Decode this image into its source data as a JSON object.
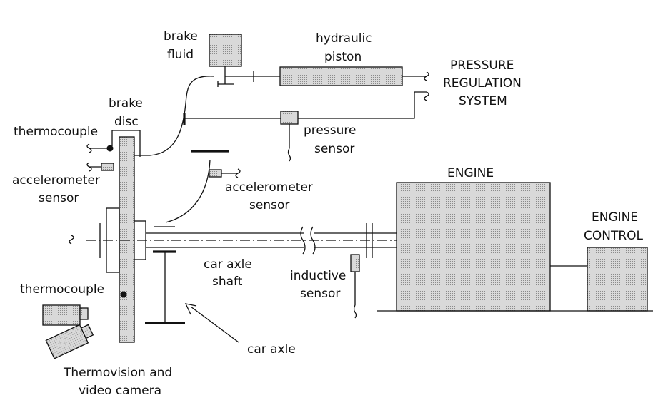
{
  "colors": {
    "ink": "#111111",
    "hatch_fill": "#d9d9d9",
    "background": "#ffffff"
  },
  "labels": {
    "brake_fluid": [
      "brake",
      "fluid"
    ],
    "hydraulic_piston": [
      "hydraulic",
      "piston"
    ],
    "pressure_regulation": [
      "PRESSURE",
      "REGULATION",
      "SYSTEM"
    ],
    "brake_disc": [
      "brake",
      "disc"
    ],
    "thermocouple_top": "thermocouple",
    "pressure_sensor": [
      "pressure",
      "sensor"
    ],
    "accelerometer_left": [
      "accelerometer",
      "sensor"
    ],
    "accelerometer_mid": [
      "accelerometer",
      "sensor"
    ],
    "engine": "ENGINE",
    "engine_control": [
      "ENGINE",
      "CONTROL"
    ],
    "car_axle_shaft": [
      "car axle",
      "shaft"
    ],
    "inductive_sensor": [
      "inductive",
      "sensor"
    ],
    "thermocouple_bottom": "thermocouple",
    "car_axle": "car axle",
    "thermovision": [
      "Thermovision and",
      "video camera"
    ]
  }
}
